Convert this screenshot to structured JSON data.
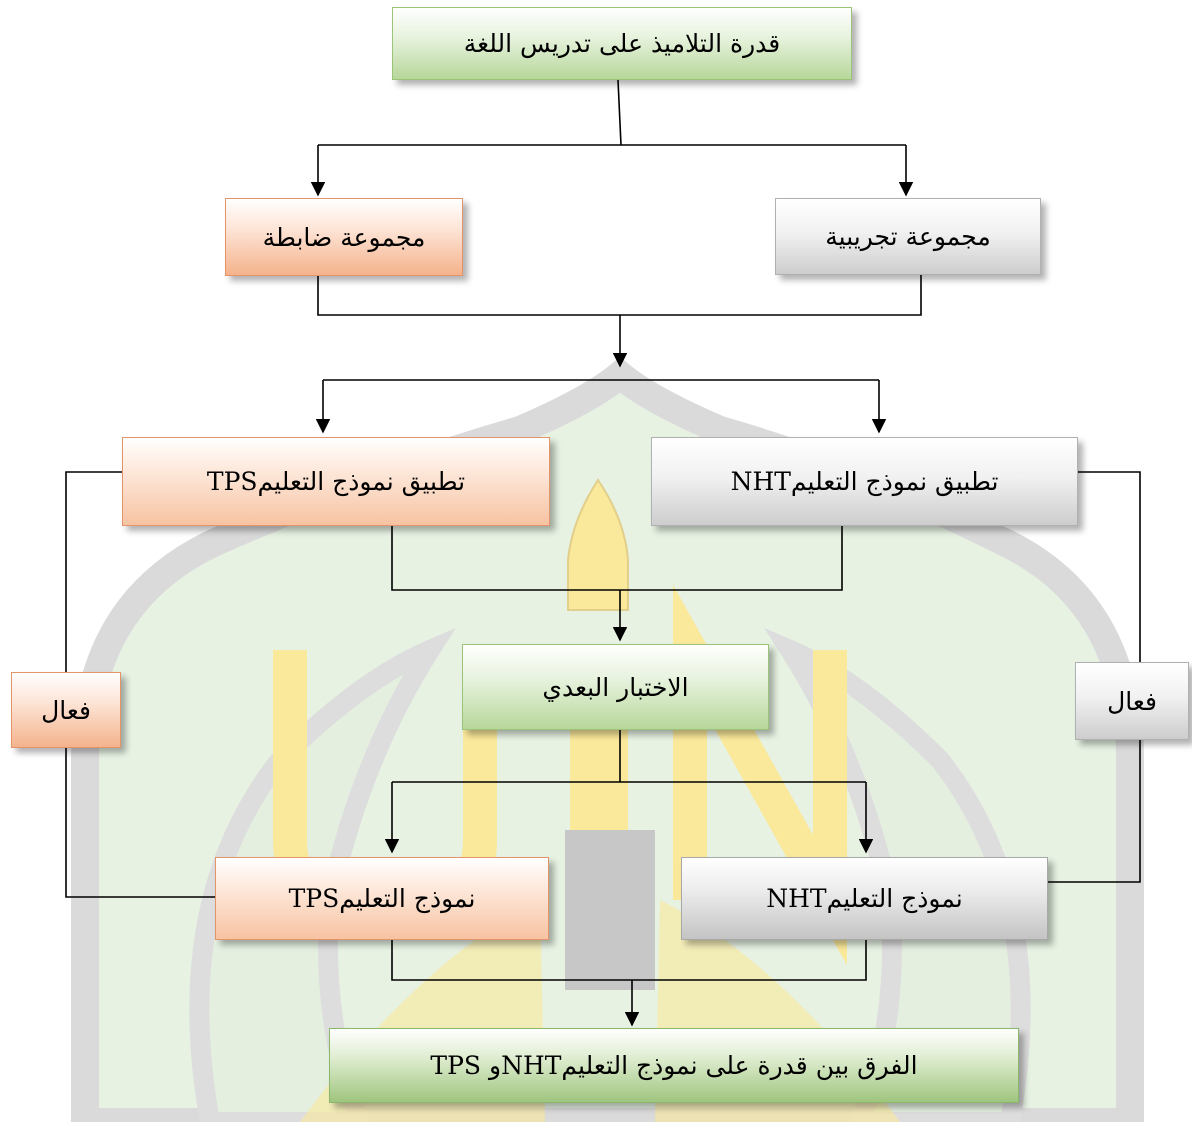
{
  "diagram": {
    "top_box": "قدرة التلاميذ على تدريس اللغة",
    "control_group": "مجموعة ضابطة",
    "experimental_group": "مجموعة  تجريبية",
    "apply_tps": "تطبيق نموذج التعليمTPS",
    "apply_nht": "تطبيق نموذج التعليمNHT",
    "effective_left": "فعال",
    "effective_right": "فعال",
    "posttest": "الاختبار البعدي",
    "model_tps": "نموذج التعليمTPS",
    "model_nht": "نموذج التعليمNHT",
    "final_box": "الفرق بين قدرة على نموذج التعليمNHTو TPS"
  },
  "colors": {
    "green": "#b7d79a",
    "orange": "#f4b38c",
    "gray": "#cdcdcd",
    "watermark_green": "#d4e8cd",
    "watermark_gray": "#c8c8c8",
    "watermark_yellow": "#f7d64a",
    "line": "#000000"
  }
}
